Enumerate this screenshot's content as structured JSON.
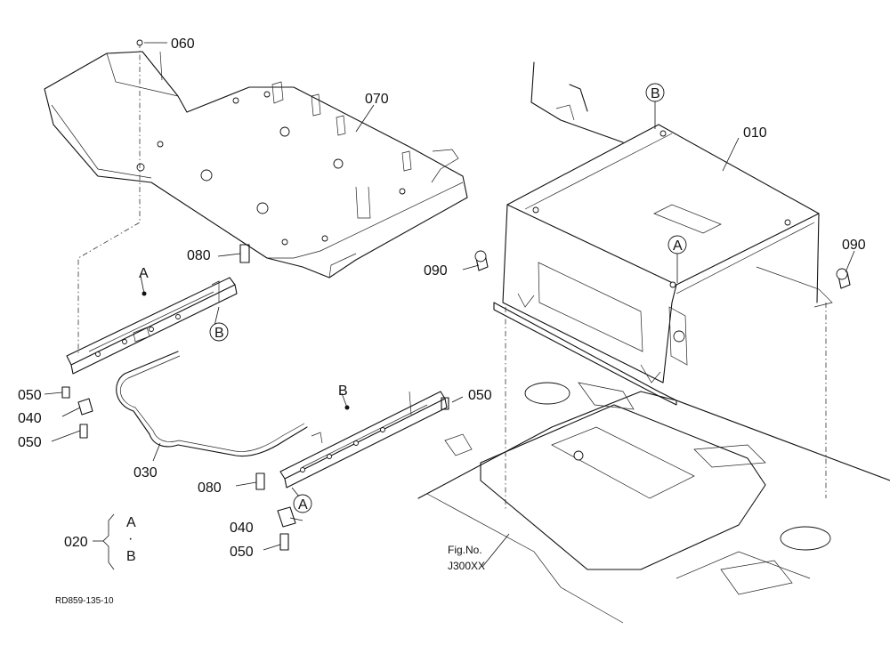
{
  "labels": {
    "p010": "010",
    "p020": "020",
    "p030": "030",
    "p040a": "040",
    "p040b": "040",
    "p050a": "050",
    "p050b": "050",
    "p050c": "050",
    "p050d": "050",
    "p060": "060",
    "p070": "070",
    "p080a": "080",
    "p080b": "080",
    "p090a": "090",
    "p090b": "090"
  },
  "callouts": {
    "a_rail": "A",
    "b_rail": "B",
    "a_circle_rail": "A",
    "b_circle_rail": "B",
    "a_circle_frame": "A",
    "b_circle_frame": "B",
    "group_a": "A",
    "group_dot": "·",
    "group_b": "B"
  },
  "reference": {
    "fig_line1": "Fig.No.",
    "fig_line2": "J300XX"
  },
  "drawing_code": "RD859-135-10"
}
